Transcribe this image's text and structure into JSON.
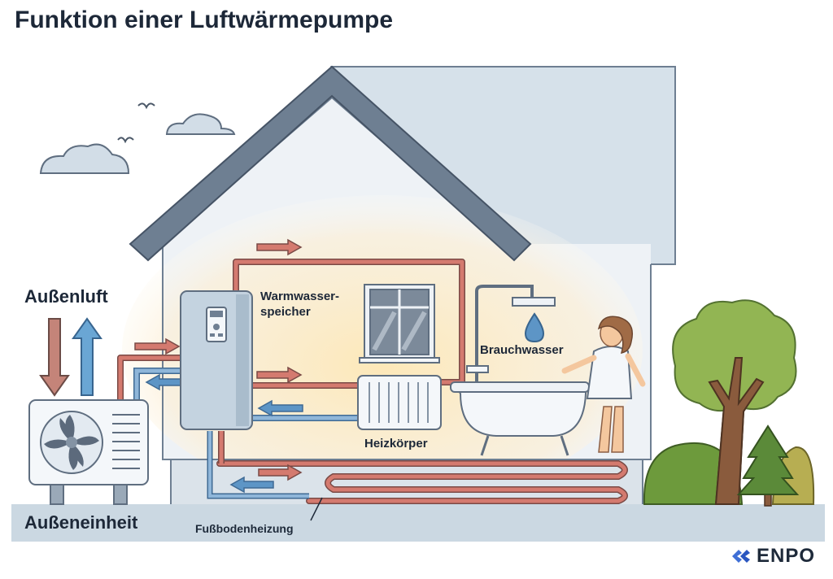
{
  "title": "Funktion einer Luftwärmepumpe",
  "labels": {
    "aussenluft": "Außenluft",
    "aussenheinheit": "Außeneinheit",
    "warmwasser_line1": "Warmwasser-",
    "warmwasser_line2": "speicher",
    "heizkoerper": "Heizkörper",
    "brauchwasser": "Brauchwasser",
    "fussbodenheizung": "Fußbodenheizung"
  },
  "logo": {
    "text": "ENPO",
    "icon": "enpo-logo-icon"
  },
  "colors": {
    "hot_pipe": "#c9665c",
    "cold_pipe": "#5d95c6",
    "house_wall": "#eef2f6",
    "roof": "#6e7f92",
    "warm_glow": "#fbe7bf",
    "ground": "#cbd8e2",
    "tree_green": "#7aa241"
  }
}
